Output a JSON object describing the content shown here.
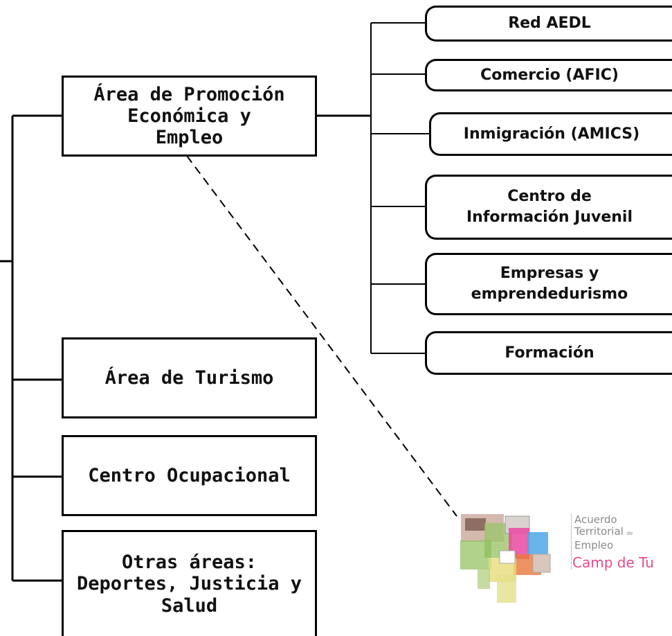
{
  "diagram": {
    "main_areas": [
      {
        "label": "Área de Promoción\nEconómica y\nEmpleo"
      },
      {
        "label": "Área de Turismo"
      },
      {
        "label": "Centro Ocupacional"
      },
      {
        "label": "Otras áreas:\nDeportes, Justicia y\nSalud"
      }
    ],
    "sub_areas": [
      {
        "label": "Red AEDL"
      },
      {
        "label": "Comercio (AFIC)"
      },
      {
        "label": "Inmigración (AMICS)"
      },
      {
        "label": "Centro de\nInformación Juvenil"
      },
      {
        "label": "Empresas y\nemprendedurismo"
      },
      {
        "label": "Formación"
      }
    ]
  },
  "logo": {
    "line1": "Acuerdo",
    "line2": "Territorial",
    "line2_small": "de",
    "line3": "Empleo",
    "subtitle": "Camp de Tu",
    "subtitle_color": "#e64a8c",
    "text_color": "#8a8a8a"
  }
}
